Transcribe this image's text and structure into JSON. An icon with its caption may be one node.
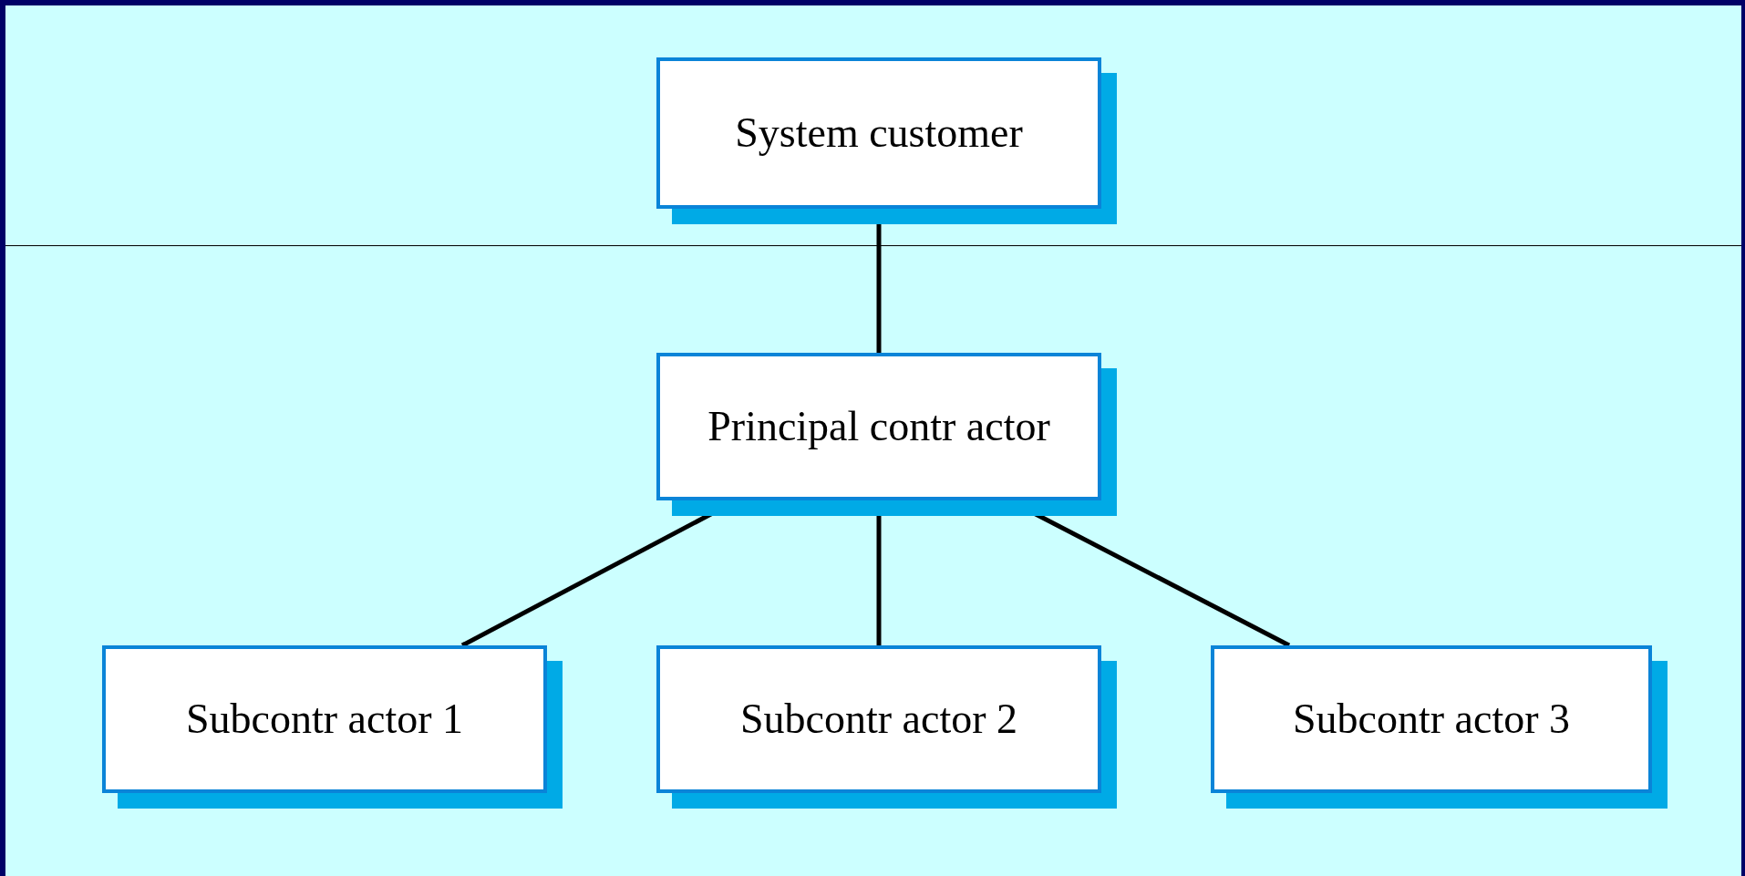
{
  "diagram": {
    "nodes": [
      {
        "text": [
          "System customer"
        ]
      },
      {
        "text": [
          "Principal contr actor"
        ]
      },
      {
        "text": [
          "Subcontr actor 1"
        ]
      },
      {
        "text": [
          "Subcontr actor 2"
        ]
      },
      {
        "text": [
          "Subcontr actor 3"
        ]
      }
    ],
    "edges": [
      {
        "from": 0,
        "to": 1,
        "arrow": "none"
      },
      {
        "from": 1,
        "to": 2,
        "arrow": "none"
      },
      {
        "from": 1,
        "to": 3,
        "arrow": "none"
      },
      {
        "from": 1,
        "to": 4,
        "arrow": "none"
      }
    ]
  }
}
